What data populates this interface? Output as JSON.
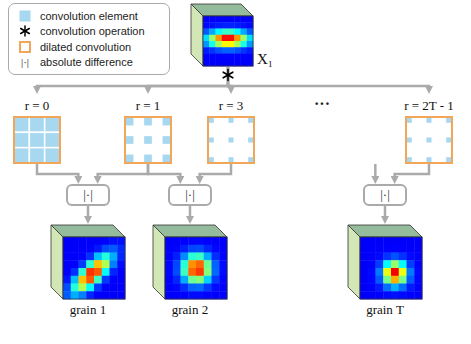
{
  "diagram": {
    "nodes": [
      {
        "text": [
          "X₁"
        ]
      },
      {
        "text": [
          "r = 0"
        ]
      },
      {
        "text": [
          "r = 1"
        ]
      },
      {
        "text": [
          "r = 3"
        ]
      },
      {
        "text": [
          "r = 2T - 1"
        ]
      },
      {
        "text": [
          "|·|"
        ]
      },
      {
        "text": [
          "|·|"
        ]
      },
      {
        "text": [
          "|·|"
        ]
      },
      {
        "text": [
          "grain 1"
        ]
      },
      {
        "text": [
          "grain 2"
        ]
      },
      {
        "text": [
          "grain T"
        ]
      }
    ],
    "edges": [
      {
        "from": 0,
        "to": 1,
        "arrow": "to"
      },
      {
        "from": 0,
        "to": 2,
        "arrow": "to"
      },
      {
        "from": 0,
        "to": 3,
        "arrow": "to"
      },
      {
        "from": 0,
        "to": 4,
        "arrow": "to"
      },
      {
        "from": 1,
        "to": 5,
        "arrow": "to"
      },
      {
        "from": 2,
        "to": 5,
        "arrow": "to"
      },
      {
        "from": 2,
        "to": 6,
        "arrow": "to"
      },
      {
        "from": 3,
        "to": 6,
        "arrow": "to"
      },
      {
        "from": 4,
        "to": 7,
        "arrow": "to"
      },
      {
        "from": 5,
        "to": 8,
        "arrow": "to"
      },
      {
        "from": 6,
        "to": 9,
        "arrow": "to"
      },
      {
        "from": 7,
        "to": 10,
        "arrow": "to"
      }
    ],
    "labels": [
      "|·|",
      "···"
    ],
    "legend": [
      {
        "text": "convolution element",
        "color": "#a8d8f0"
      },
      {
        "text": "convolution operation"
      },
      {
        "text": "dilated convolution"
      },
      {
        "text": "absolute difference"
      }
    ]
  }
}
